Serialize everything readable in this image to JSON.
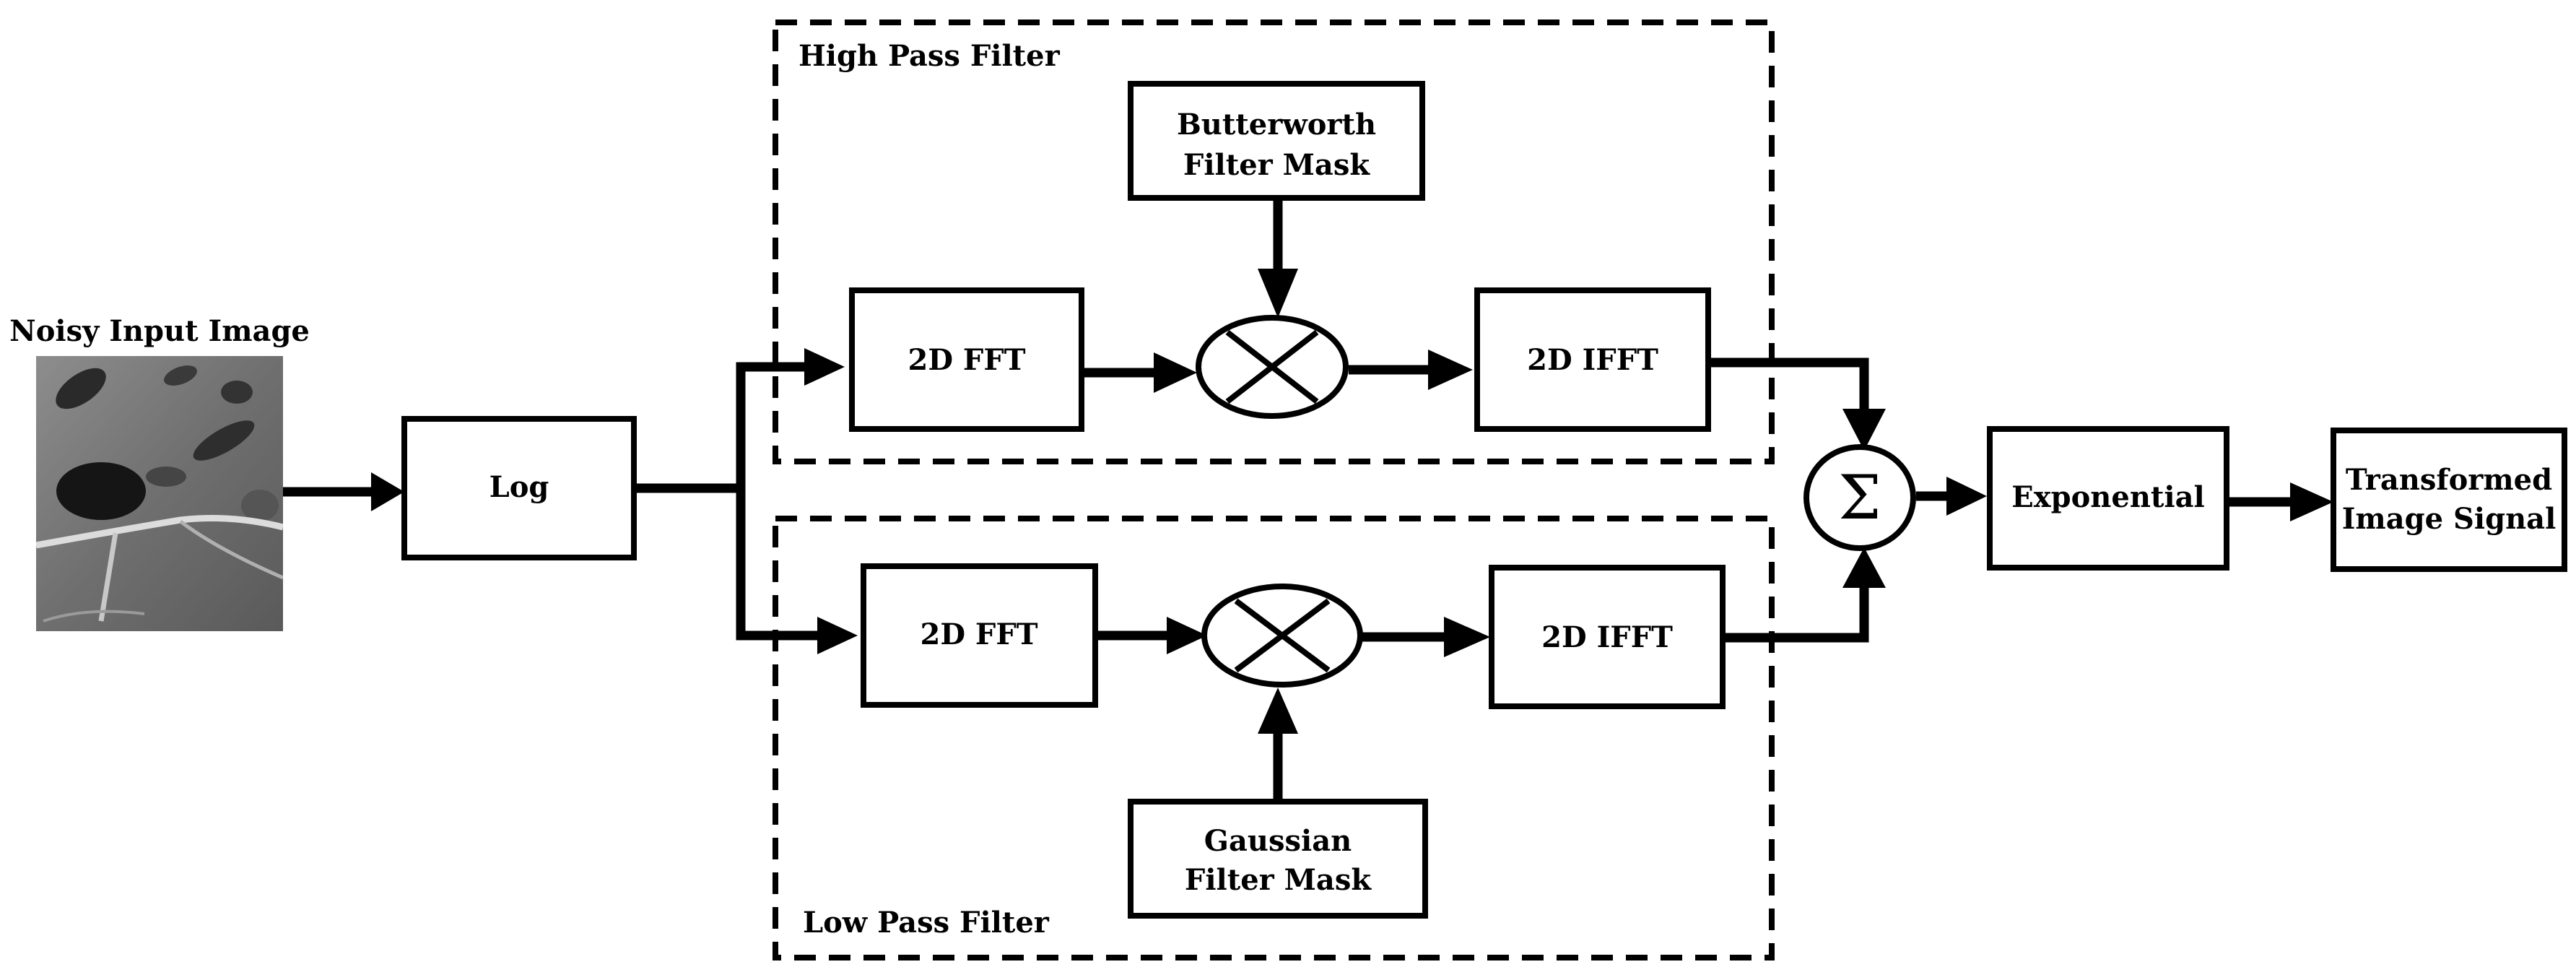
{
  "diagram": {
    "input_caption": "Noisy Input Image",
    "log": "Log",
    "high_pass": {
      "title": "High Pass Filter",
      "fft": "2D FFT",
      "mask_line1": "Butterworth",
      "mask_line2": "Filter Mask",
      "ifft": "2D IFFT"
    },
    "low_pass": {
      "title": "Low Pass Filter",
      "fft": "2D FFT",
      "mask_line1": "Gaussian",
      "mask_line2": "Filter Mask",
      "ifft": "2D IFFT"
    },
    "sum_symbol": "Σ",
    "exponential": "Exponential",
    "output_line1": "Transformed",
    "output_line2": "Image Signal"
  }
}
